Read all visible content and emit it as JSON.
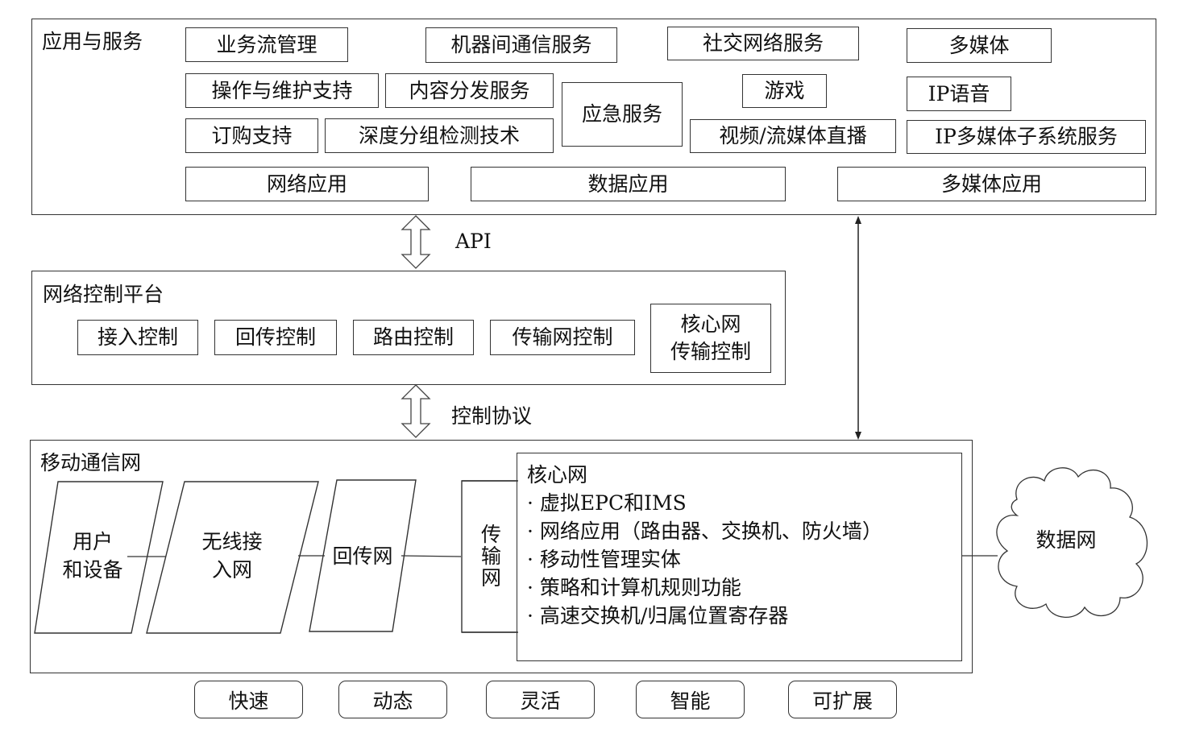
{
  "app_layer": {
    "title": "应用与服务",
    "items": {
      "business_flow": "业务流管理",
      "m2m": "机器间通信服务",
      "social": "社交网络服务",
      "multimedia": "多媒体",
      "oam": "操作与维护支持",
      "cdn": "内容分发服务",
      "emergency": "应急服务",
      "games": "游戏",
      "voip": "IP语音",
      "ordering": "订购支持",
      "dpi": "深度分组检测技术",
      "video": "视频/流媒体直播",
      "ims": "IP多媒体子系统服务"
    },
    "categories": {
      "network_apps": "网络应用",
      "data_apps": "数据应用",
      "multimedia_apps": "多媒体应用"
    }
  },
  "interfaces": {
    "api": "API",
    "control_protocol": "控制协议"
  },
  "control_platform": {
    "title": "网络控制平台",
    "items": {
      "access": "接入控制",
      "backhaul": "回传控制",
      "routing": "路由控制",
      "transport": "传输网控制",
      "core_line1": "核心网",
      "core_line2": "传输控制"
    }
  },
  "mobile_network": {
    "title": "移动通信网",
    "user_line1": "用户",
    "user_line2": "和设备",
    "ran_line1": "无线接",
    "ran_line2": "入网",
    "backhaul": "回传网",
    "transport": "传输网",
    "core": {
      "title": "核心网",
      "bullets": [
        "· 虚拟EPC和IMS",
        "· 网络应用（路由器、交换机、防火墙）",
        "· 移动性管理实体",
        "· 策略和计算机规则功能",
        "· 高速交换机/归属位置寄存器"
      ]
    },
    "data_network": "数据网"
  },
  "features": [
    "快速",
    "动态",
    "灵活",
    "智能",
    "可扩展"
  ]
}
